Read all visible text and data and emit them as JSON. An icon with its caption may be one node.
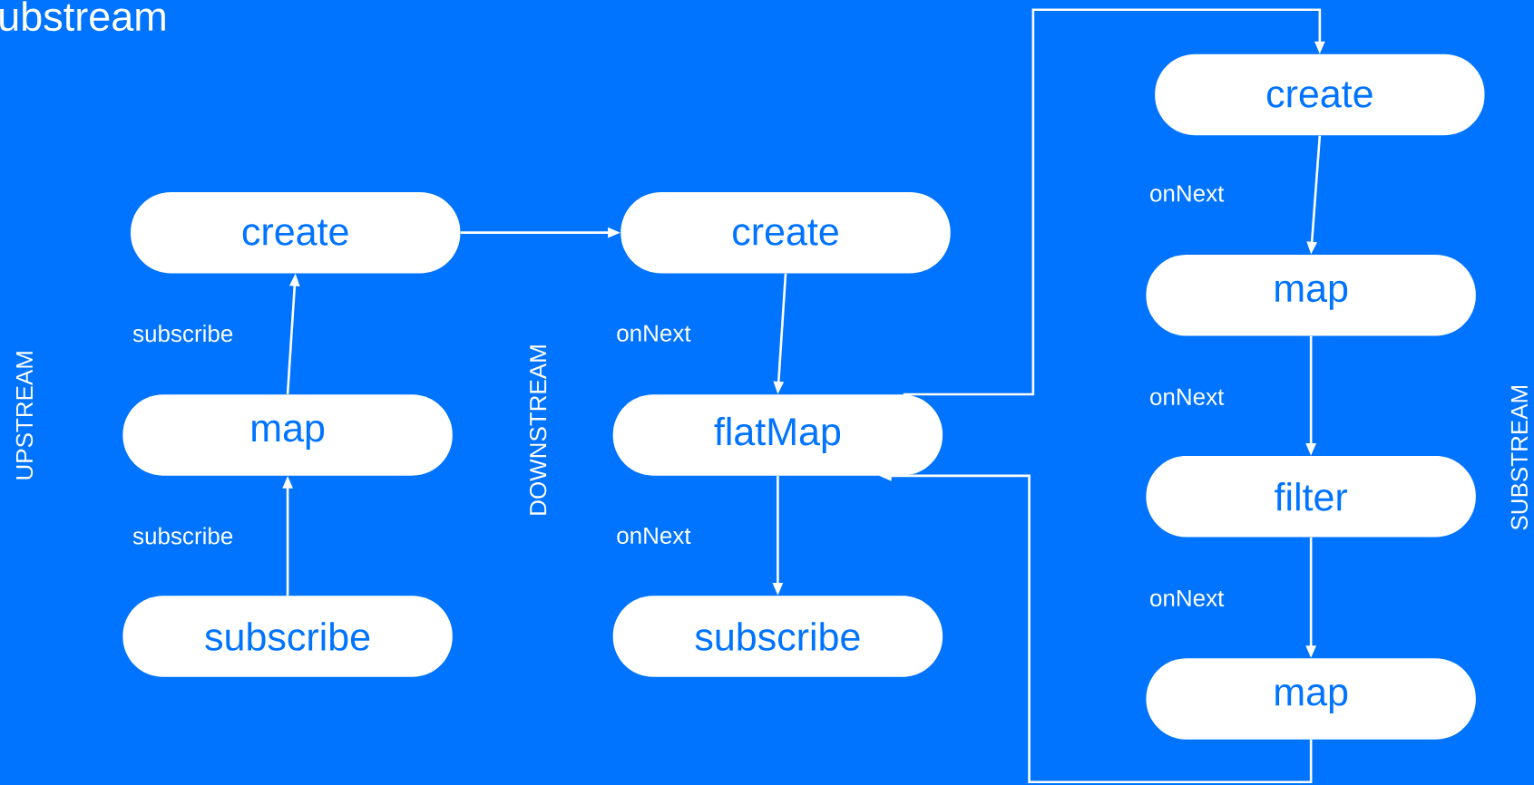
{
  "diagram": {
    "title": "ubstream",
    "nodes": [
      {
        "text": [
          "create"
        ]
      },
      {
        "text": [
          "map"
        ]
      },
      {
        "text": [
          "subscribe"
        ]
      },
      {
        "text": [
          "create"
        ]
      },
      {
        "text": [
          "flatMap"
        ]
      },
      {
        "text": [
          "subscribe"
        ]
      },
      {
        "text": [
          "create"
        ]
      },
      {
        "text": [
          "map"
        ]
      },
      {
        "text": [
          "filter"
        ]
      },
      {
        "text": [
          "map"
        ]
      }
    ],
    "edges": [
      {
        "from": 2,
        "to": 1,
        "arrow": "to",
        "label": "subscribe"
      },
      {
        "from": 1,
        "to": 0,
        "arrow": "to",
        "label": "subscribe"
      },
      {
        "from": 0,
        "to": 3,
        "arrow": "to"
      },
      {
        "from": 3,
        "to": 4,
        "arrow": "to",
        "label": "onNext"
      },
      {
        "from": 4,
        "to": 5,
        "arrow": "to",
        "label": "onNext"
      },
      {
        "from": 4,
        "to": 6,
        "arrow": "to"
      },
      {
        "from": 6,
        "to": 7,
        "arrow": "to",
        "label": "onNext"
      },
      {
        "from": 7,
        "to": 8,
        "arrow": "to",
        "label": "onNext"
      },
      {
        "from": 8,
        "to": 9,
        "arrow": "to",
        "label": "onNext"
      },
      {
        "from": 9,
        "to": 4,
        "arrow": "to"
      }
    ],
    "labels": [
      "UPSTREAM",
      "DOWNSTREAM",
      "SUBSTREAM"
    ]
  }
}
